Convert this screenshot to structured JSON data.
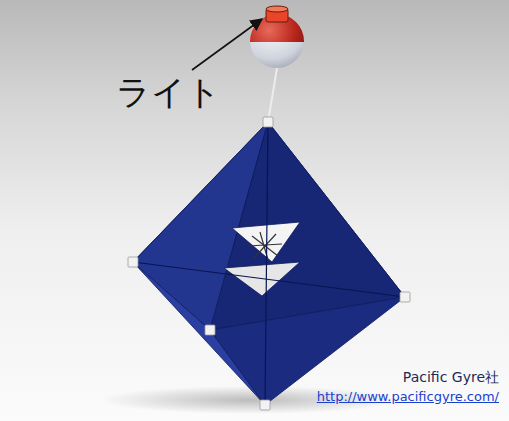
{
  "diagram": {
    "labels": [
      "ライト",
      "Pacific Gyre社",
      "http://www.pacificgyre.com/"
    ]
  }
}
